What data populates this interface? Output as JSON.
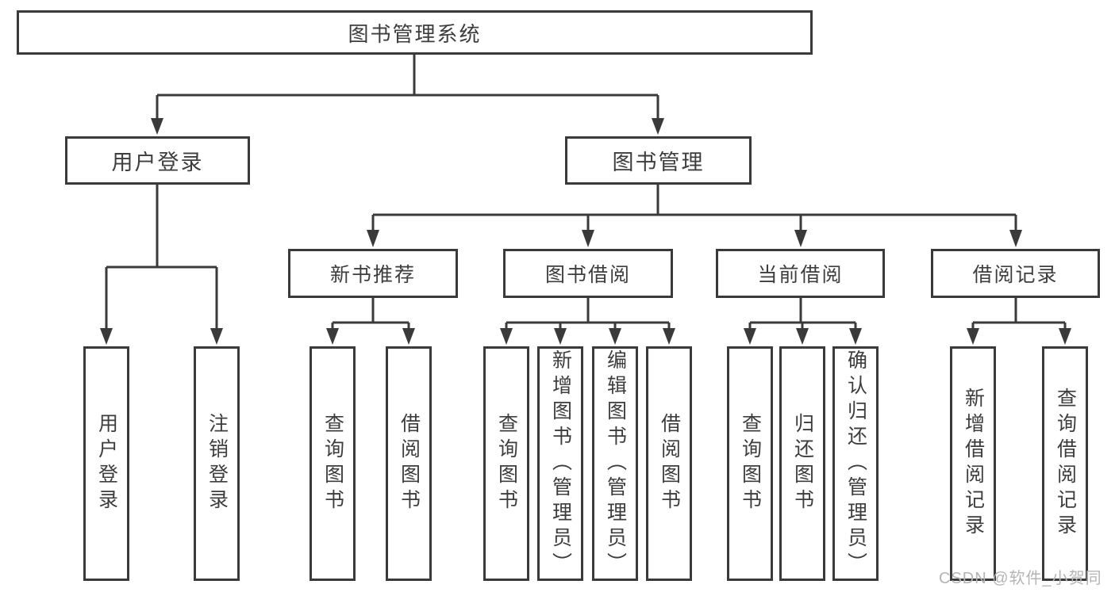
{
  "diagram": {
    "root": "图书管理系统",
    "user_login": {
      "label": "用户登录",
      "children": [
        "用户登录",
        "注销登录"
      ]
    },
    "book_mgmt": {
      "label": "图书管理",
      "sections": [
        {
          "label": "新书推荐",
          "children": [
            "查询图书",
            "借阅图书"
          ]
        },
        {
          "label": "图书借阅",
          "children": [
            "查询图书",
            "新增图书（管理员）",
            "编辑图书（管理员）",
            "借阅图书"
          ]
        },
        {
          "label": "当前借阅",
          "children": [
            "查询图书",
            "归还图书",
            "确认归还（管理员）"
          ]
        },
        {
          "label": "借阅记录",
          "children": [
            "新增借阅记录",
            "查询借阅记录"
          ]
        }
      ]
    }
  },
  "watermark": {
    "text": "CSDN @软件_小贺同学"
  },
  "colors": {
    "line": "#3a3a3a",
    "text": "#3d3d3d",
    "watermark": "#b4b4b4",
    "background": "#ffffff"
  }
}
